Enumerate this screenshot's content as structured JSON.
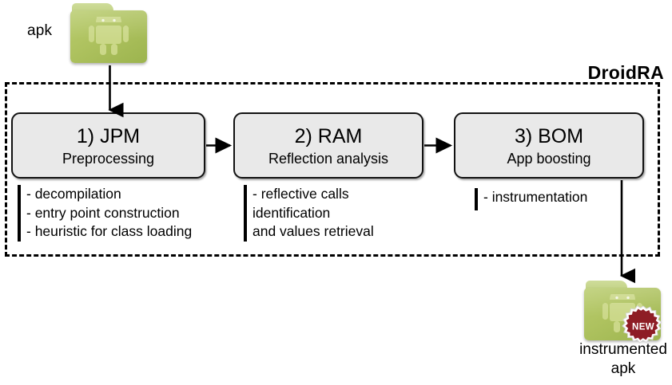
{
  "diagram": {
    "title": "DroidRA",
    "input": {
      "label": "apk",
      "icon": "android-folder-icon"
    },
    "output": {
      "label_line1": "instrumented",
      "label_line2": "apk",
      "icon": "android-folder-new-icon",
      "badge": "NEW"
    },
    "stages": [
      {
        "title": "1) JPM",
        "subtitle": "Preprocessing",
        "bullets": [
          "- decompilation",
          "- entry point construction",
          "- heuristic for class loading"
        ]
      },
      {
        "title": "2) RAM",
        "subtitle": "Reflection analysis",
        "bullets": [
          "- reflective calls",
          "  identification",
          "  and values retrieval"
        ]
      },
      {
        "title": "3) BOM",
        "subtitle": "App boosting",
        "bullets": [
          "- instrumentation"
        ]
      }
    ],
    "colors": {
      "folder_green": "#aec25f",
      "folder_tab_green": "#c6d78e",
      "droid_green": "#cdd98d",
      "badge_red": "#9e2028",
      "box_fill": "#e9e9e9",
      "stroke": "#121212"
    }
  }
}
